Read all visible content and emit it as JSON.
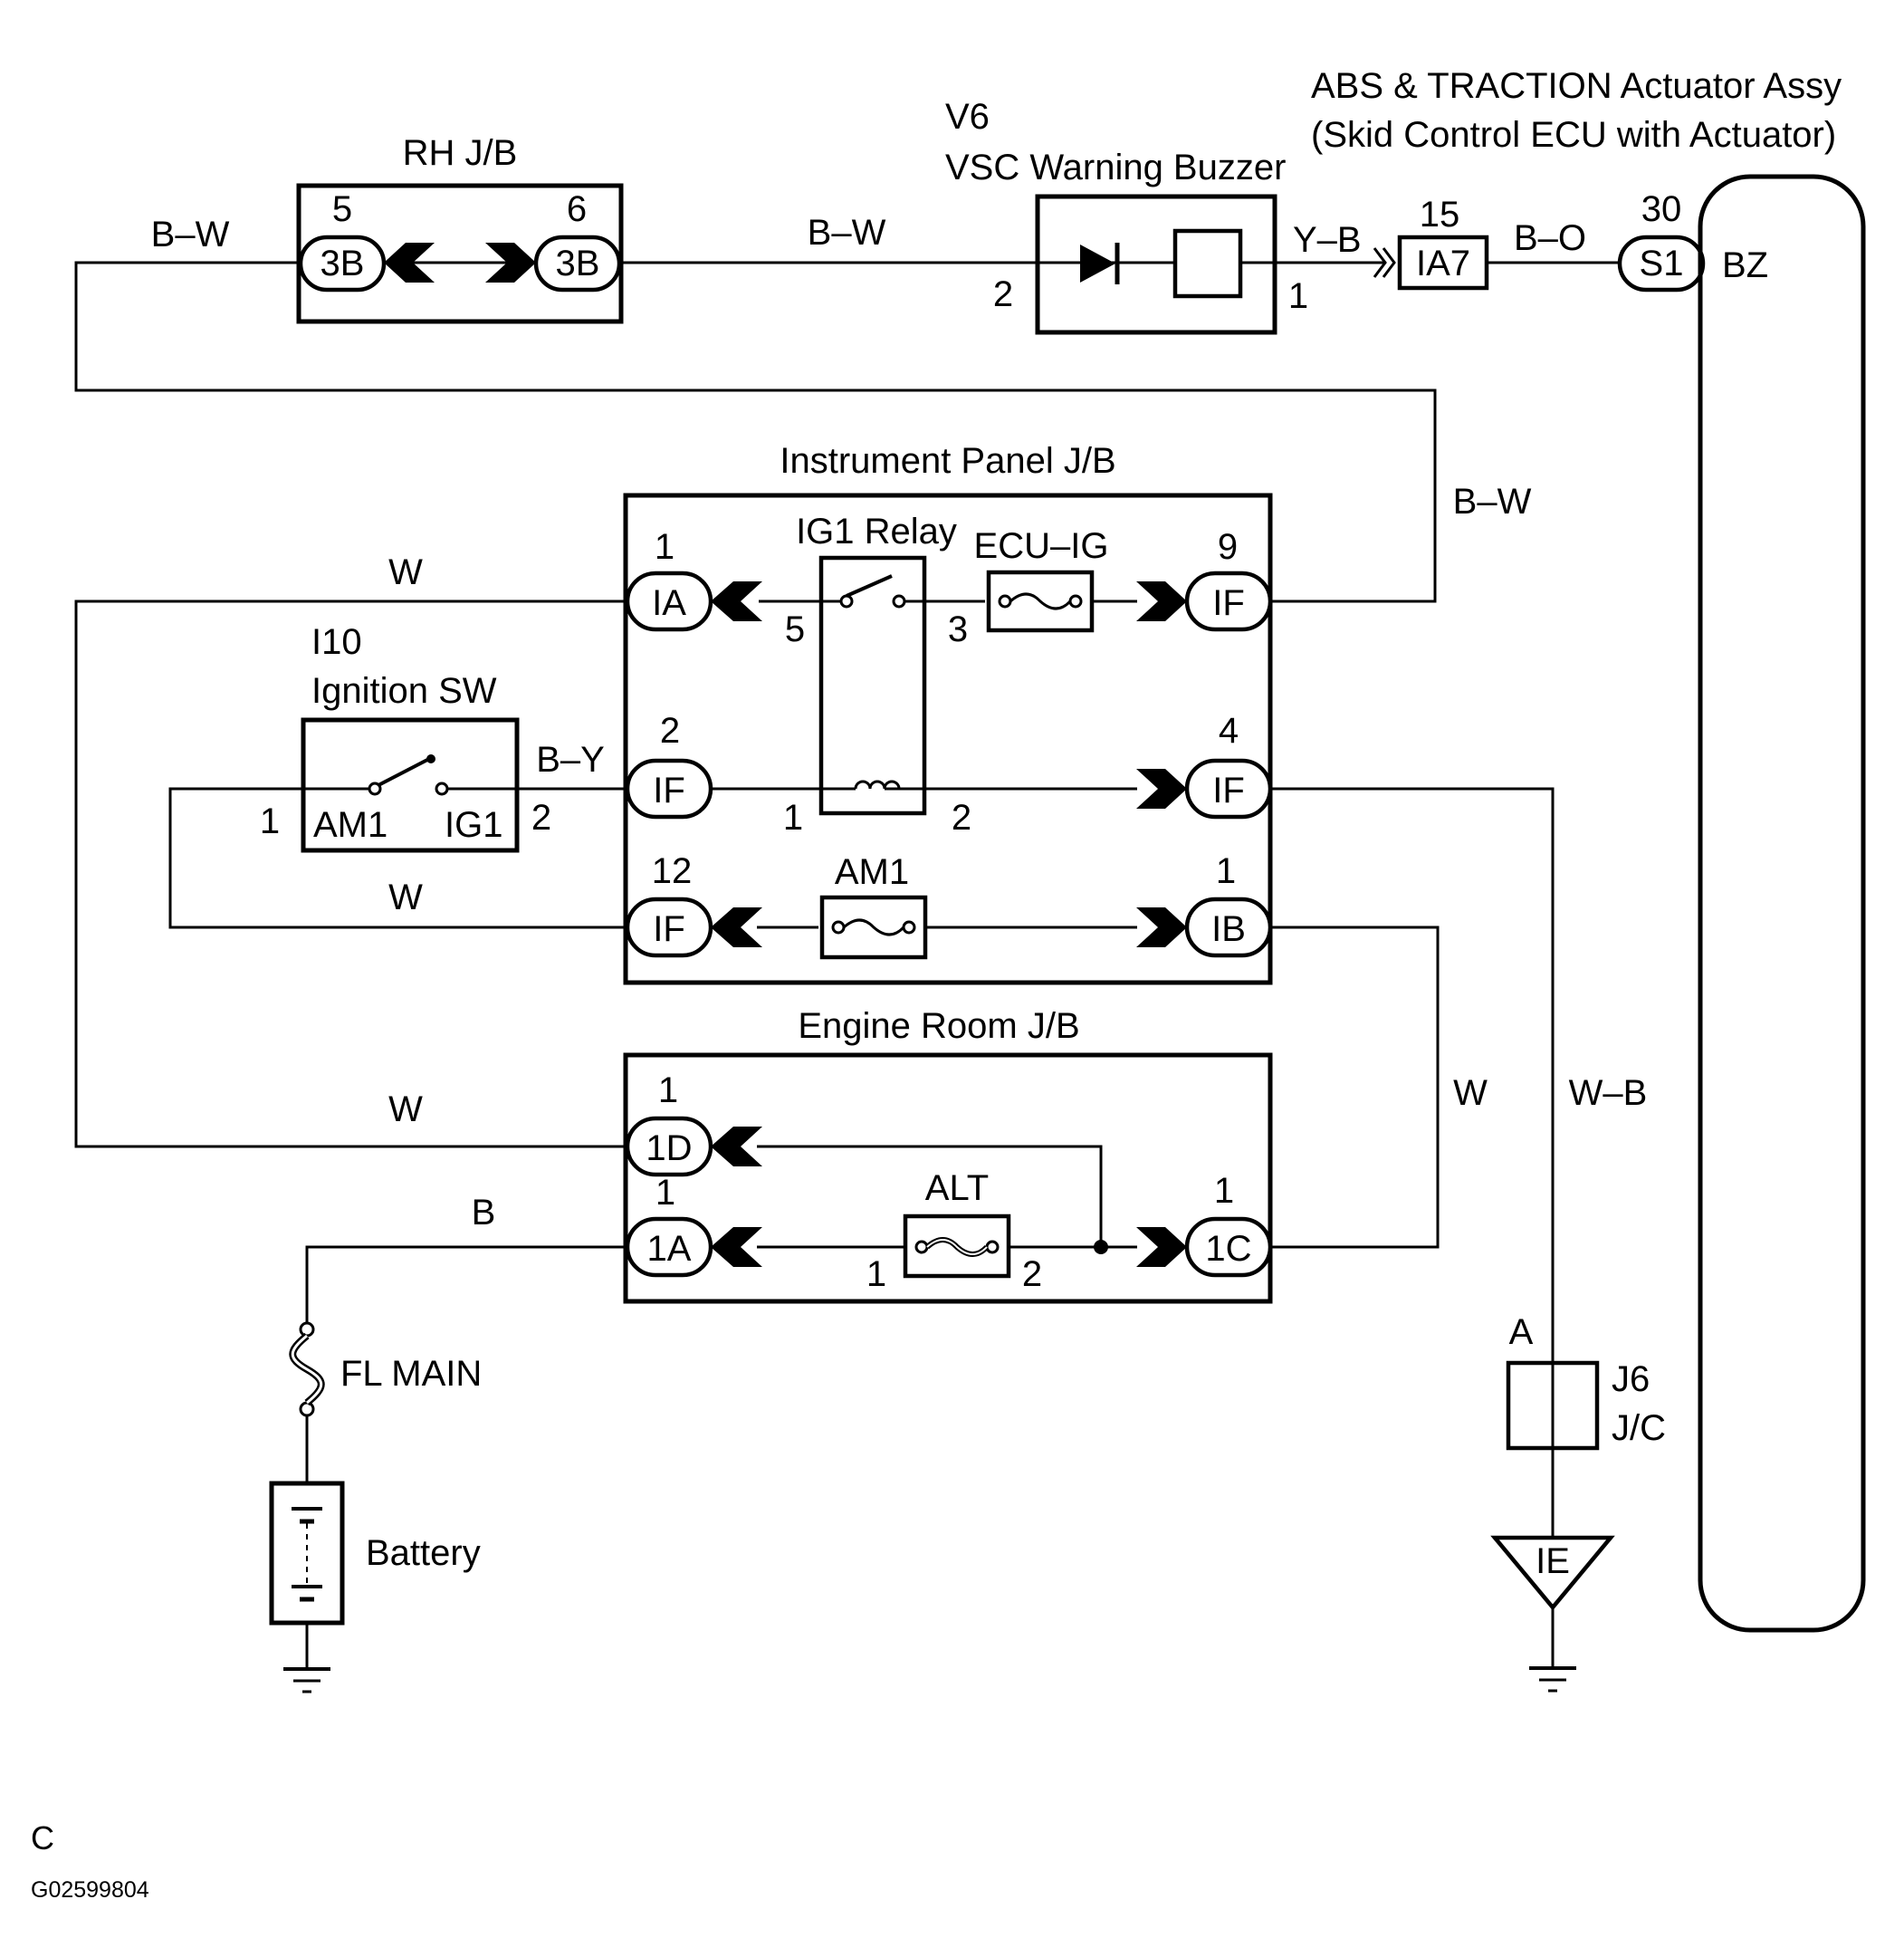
{
  "components": {
    "rh_jb": "RH J/B",
    "v6_code": "V6",
    "buzzer_name": "VSC Warning Buzzer",
    "actuator_line1": "ABS & TRACTION Actuator Assy",
    "actuator_line2": "(Skid Control ECU with Actuator)",
    "ip_jb": "Instrument Panel J/B",
    "ig1_relay": "IG1 Relay",
    "ecu_ig": "ECU–IG",
    "i10_code": "I10",
    "ignition_sw": "Ignition SW",
    "am1_switch_term": "AM1",
    "ig1_switch_term": "IG1",
    "am1_fuse": "AM1",
    "engine_room_jb": "Engine Room J/B",
    "alt_fuse": "ALT",
    "fl_main": "FL MAIN",
    "battery": "Battery",
    "j6_code": "J6",
    "jc": "J/C",
    "bz": "BZ",
    "ground_ie": "IE",
    "junction_a": "A"
  },
  "connectors": {
    "rh_3b_left": "3B",
    "rh_3b_right": "3B",
    "ia7": "IA7",
    "s1": "S1",
    "ip_ia": "IA",
    "ip_if_9": "IF",
    "ip_if_2": "IF",
    "ip_if_4": "IF",
    "ip_if_12": "IF",
    "ip_ib": "IB",
    "er_1d": "1D",
    "er_1a": "1A",
    "er_1c": "1C"
  },
  "pins": {
    "rh_left": "5",
    "rh_right": "6",
    "buzzer_in": "2",
    "buzzer_out": "1",
    "ia7": "15",
    "s1": "30",
    "ia": "1",
    "relay_5": "5",
    "relay_3": "3",
    "if_9": "9",
    "if_2": "2",
    "relay_coil_1": "1",
    "relay_coil_2": "2",
    "if_4": "4",
    "if_12": "12",
    "ib": "1",
    "sw_1": "1",
    "sw_2": "2",
    "er_1d": "1",
    "er_1a": "1",
    "alt_1": "1",
    "alt_2": "2",
    "er_1c": "1"
  },
  "wires": {
    "bw_left": "B–W",
    "bw_mid": "B–W",
    "yb": "Y–B",
    "bo": "B–O",
    "bw_right": "B–W",
    "w_ia": "W",
    "by": "B–Y",
    "w_if12": "W",
    "w_1d": "W",
    "b_1a": "B",
    "w_right": "W",
    "wb": "W–B"
  },
  "footer": {
    "letter": "C",
    "code": "G02599804"
  }
}
